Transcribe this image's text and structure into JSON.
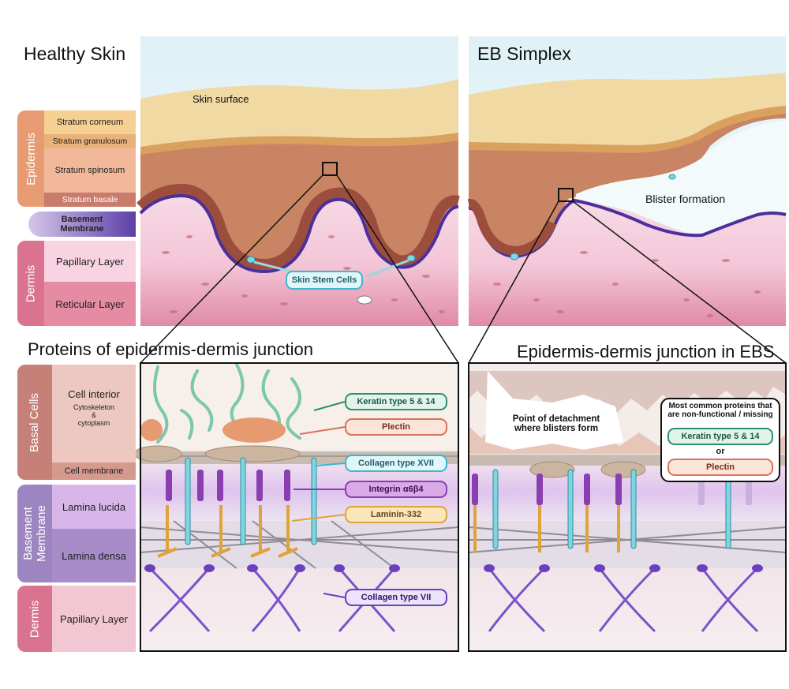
{
  "top_left": {
    "title": "Healthy Skin",
    "skin_surface": "Skin surface",
    "stem_cells": "Skin Stem Cells"
  },
  "top_right": {
    "title": "EB Simplex",
    "blister": "Blister formation"
  },
  "left_legend": {
    "epidermis": "Epidermis",
    "stratum_corneum": "Stratum corneum",
    "stratum_granulosum": "Stratum granulosum",
    "stratum_spinosum": "Stratum spinosum",
    "stratum_basale": "Stratum basale",
    "basement_membrane_line1": "Basement",
    "basement_membrane_line2": "Membrane",
    "dermis": "Dermis",
    "papillary_layer": "Papillary Layer",
    "reticular_layer": "Reticular Layer"
  },
  "bottom_left": {
    "title": "Proteins of epidermis-dermis junction",
    "basal_cells": "Basal Cells",
    "cell_interior": "Cell interior",
    "cytoskeleton_line1": "Cytoskeleton",
    "cytoskeleton_line2": "&",
    "cytoskeleton_line3": "cytoplasm",
    "cell_membrane": "Cell membrane",
    "basement_membrane": "Basement Membrane",
    "lamina_lucida": "Lamina lucida",
    "lamina_densa": "Lamina densa",
    "dermis": "Dermis",
    "papillary_layer": "Papillary Layer",
    "callouts": {
      "keratin": "Keratin type 5 & 14",
      "plectin": "Plectin",
      "collagen_xvii": "Collagen type XVII",
      "integrin": "Integrin α6β4",
      "laminin": "Laminin-332",
      "collagen_vii": "Collagen type VII"
    }
  },
  "bottom_right": {
    "title": "Epidermis-dermis junction in EBS",
    "detach_line1": "Point of detachment",
    "detach_line2": "where blisters form",
    "box_line1": "Most common proteins that",
    "box_line2": "are non-functional / missing",
    "keratin": "Keratin type 5 & 14",
    "or": "or",
    "plectin": "Plectin"
  },
  "colors": {
    "keratin": "#2f8f6b",
    "plectin": "#d9735a",
    "collagen_xvii": "#3fb6c9",
    "integrin": "#8a3fb0",
    "laminin": "#e0a33a",
    "collagen_vii": "#6a3fc0"
  }
}
